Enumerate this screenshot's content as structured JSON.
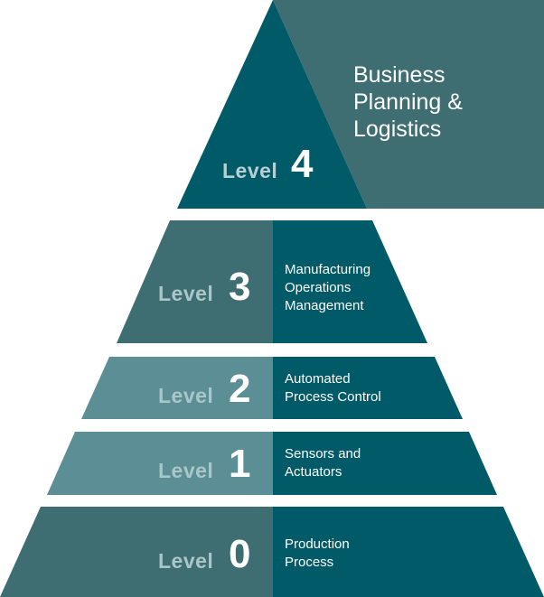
{
  "colors": {
    "dark_teal": "#015a67",
    "slate_teal": "#3f6e72",
    "light_teal": "#5c8f95",
    "level_text": "#a9c6c8",
    "white": "#ffffff"
  },
  "levels": [
    {
      "word": "Level",
      "number": "4",
      "description": "Business\nPlanning &\nLogistics"
    },
    {
      "word": "Level",
      "number": "3",
      "description": "Manufacturing\nOperations\nManagement"
    },
    {
      "word": "Level",
      "number": "2",
      "description": "Automated\nProcess Control"
    },
    {
      "word": "Level",
      "number": "1",
      "description": "Sensors and\nActuators"
    },
    {
      "word": "Level",
      "number": "0",
      "description": "Production\nProcess"
    }
  ]
}
